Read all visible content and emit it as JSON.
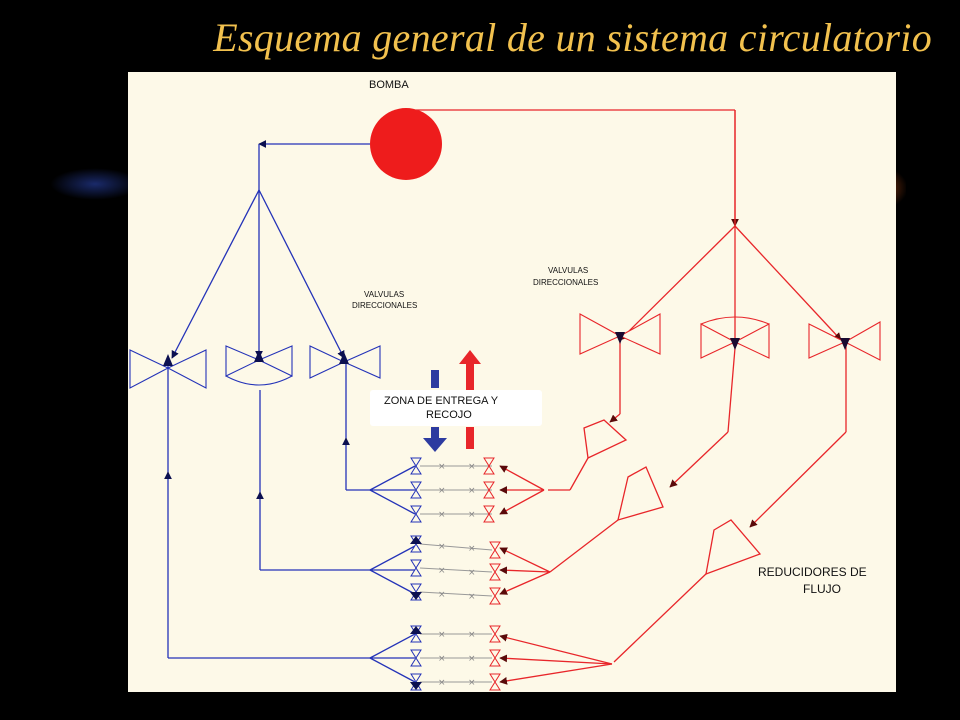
{
  "title": "Esquema general de un sistema circulatorio",
  "labels": {
    "pump": "BOMBA",
    "valves_left": [
      "VALVULAS",
      "DIRECCIONALES"
    ],
    "valves_right": [
      "VALVULAS",
      "DIRECCIONALES"
    ],
    "zone": [
      "ZONA DE ENTREGA Y",
      "RECOJO"
    ],
    "reducers": [
      "REDUCIDORES DE",
      "FLUJO"
    ]
  },
  "colors": {
    "supply": "#e8262a",
    "return": "#2433b8",
    "background": "#fdf9e8",
    "title": "#f2c14e"
  }
}
